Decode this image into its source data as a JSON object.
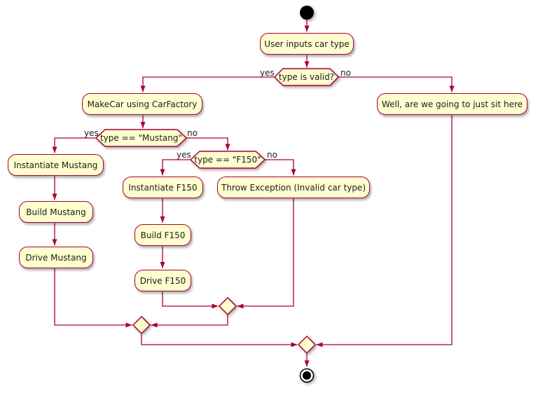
{
  "diagram": {
    "type": "activity-flowchart",
    "colors": {
      "node_fill": "#FEFECE",
      "node_border": "#A80036",
      "edge": "#A80036",
      "text": "#1C1C1C",
      "terminal": "#000000",
      "background": "#FFFFFF"
    },
    "actions": {
      "user_input": "User inputs car type",
      "makecar": "MakeCar using CarFactory",
      "sit_here": "Well, are we going to just sit here",
      "inst_mustang": "Instantiate Mustang",
      "build_mustang": "Build Mustang",
      "drive_mustang": "Drive Mustang",
      "inst_f150": "Instantiate F150",
      "throw_exception": "Throw Exception (Invalid car type)",
      "build_f150": "Build F150",
      "drive_f150": "Drive F150"
    },
    "decisions": {
      "type_valid": "type is valid?",
      "type_mustang": "type == \"Mustang\"",
      "type_f150": "type == \"F150\""
    },
    "branch_labels": {
      "valid_yes": "yes",
      "valid_no": "no",
      "mustang_yes": "yes",
      "mustang_no": "no",
      "f150_yes": "yes",
      "f150_no": "no"
    }
  }
}
